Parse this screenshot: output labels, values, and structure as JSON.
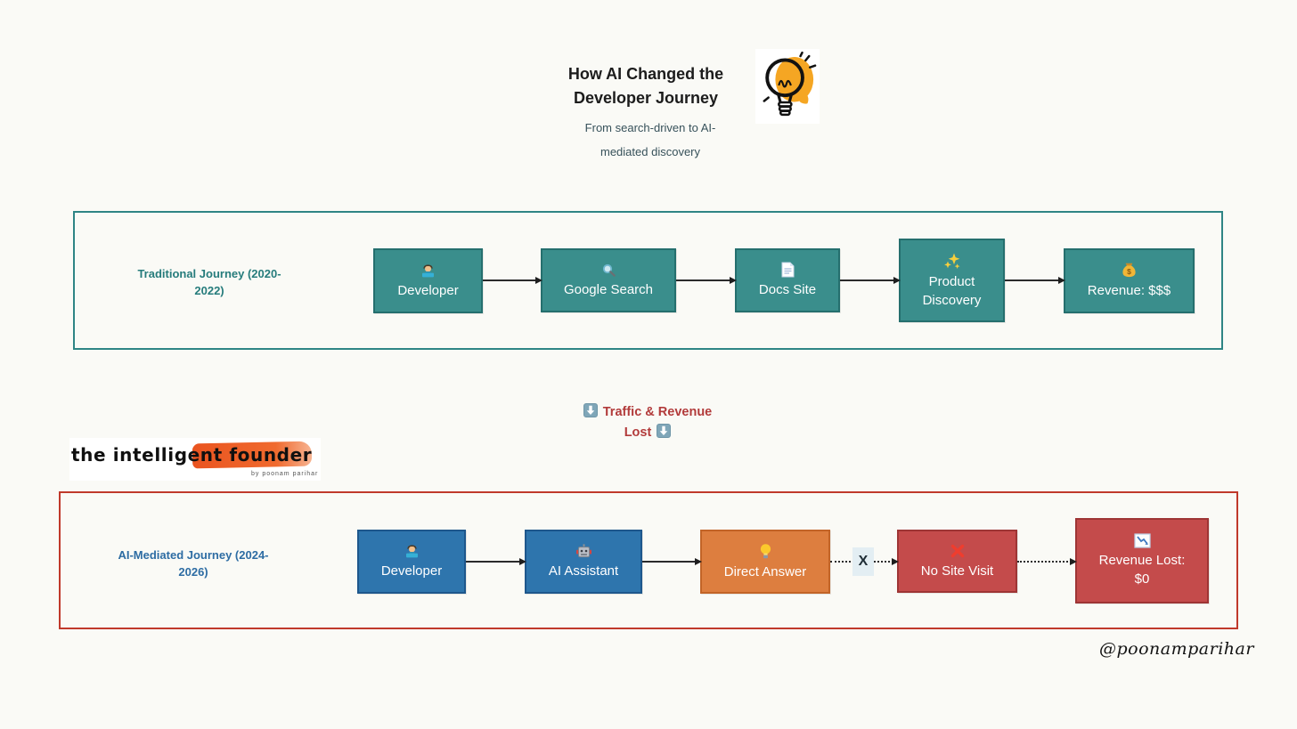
{
  "page": {
    "background": "#fafaf6"
  },
  "header": {
    "title_line1": "How AI Changed the",
    "title_line2": "Developer Journey",
    "subtitle_line1": "From search-driven to AI-",
    "subtitle_line2": "mediated discovery",
    "bulb_icon": "lightbulb-sketch-icon"
  },
  "traditional_journey": {
    "label_line1": "Traditional Journey (2020-",
    "label_line2": "2022)",
    "label_color": "#267c7c",
    "border_color": "#2e8585",
    "node_fill": "#3a8e8c",
    "node_border": "#256f6e",
    "nodes": [
      {
        "label": "Developer",
        "icon": "technologist-icon"
      },
      {
        "label": "Google Search",
        "icon": "magnifier-icon"
      },
      {
        "label": "Docs Site",
        "icon": "document-icon"
      },
      {
        "label": "Product Discovery",
        "icon": "sparkles-icon"
      },
      {
        "label": "Revenue: $$$",
        "icon": "money-bag-icon"
      }
    ]
  },
  "divider": {
    "text_line1": "Traffic & Revenue",
    "text_line2": "Lost",
    "color": "#b23b3b",
    "arrow_icon": "down-arrow-icon",
    "arrow_icon_color": "#7fa6b8"
  },
  "logo": {
    "text": "the intelligent founder",
    "byline": "by poonam parihar",
    "brush_color": "#ea5420"
  },
  "ai_journey": {
    "label_line1": "AI-Mediated Journey (2024-",
    "label_line2": "2026)",
    "label_color": "#2d6ca3",
    "border_color": "#c0392b",
    "blue_fill": "#2e75ad",
    "orange_fill": "#dd7e3f",
    "red_fill": "#c44b4b",
    "broken_link_label": "X",
    "nodes": [
      {
        "label": "Developer",
        "icon": "technologist-icon",
        "color": "blue"
      },
      {
        "label": "AI Assistant",
        "icon": "robot-icon",
        "color": "blue"
      },
      {
        "label": "Direct Answer",
        "icon": "bulb-icon",
        "color": "orange"
      },
      {
        "label": "No Site Visit",
        "icon": "cross-mark-icon",
        "color": "red"
      },
      {
        "label": "Revenue Lost: $0",
        "icon": "chart-down-icon",
        "color": "red"
      }
    ]
  },
  "signature": "@poonamparihar"
}
